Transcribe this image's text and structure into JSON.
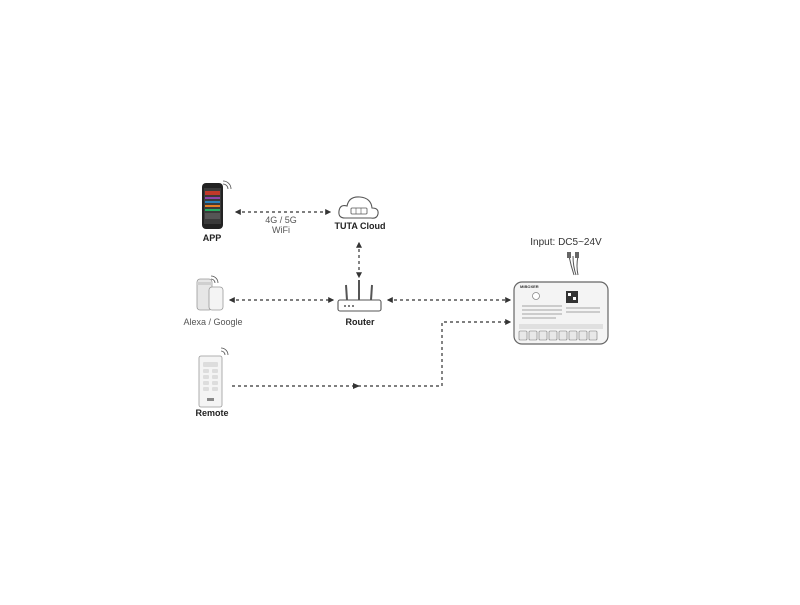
{
  "nodes": {
    "app": {
      "label": "APP"
    },
    "cloud": {
      "label": "TUTA Cloud"
    },
    "alexa": {
      "label": "Alexa / Google"
    },
    "router": {
      "label": "Router"
    },
    "remote": {
      "label": "Remote"
    },
    "controller": {
      "label": "Input:  DC5~24V",
      "brand": "MiBOXER"
    }
  },
  "links": {
    "app_cloud": {
      "line1": "4G / 5G",
      "line2": "WiFi"
    }
  },
  "colors": {
    "line": "#333333",
    "device": "#f4f4f4",
    "stroke": "#555555"
  }
}
